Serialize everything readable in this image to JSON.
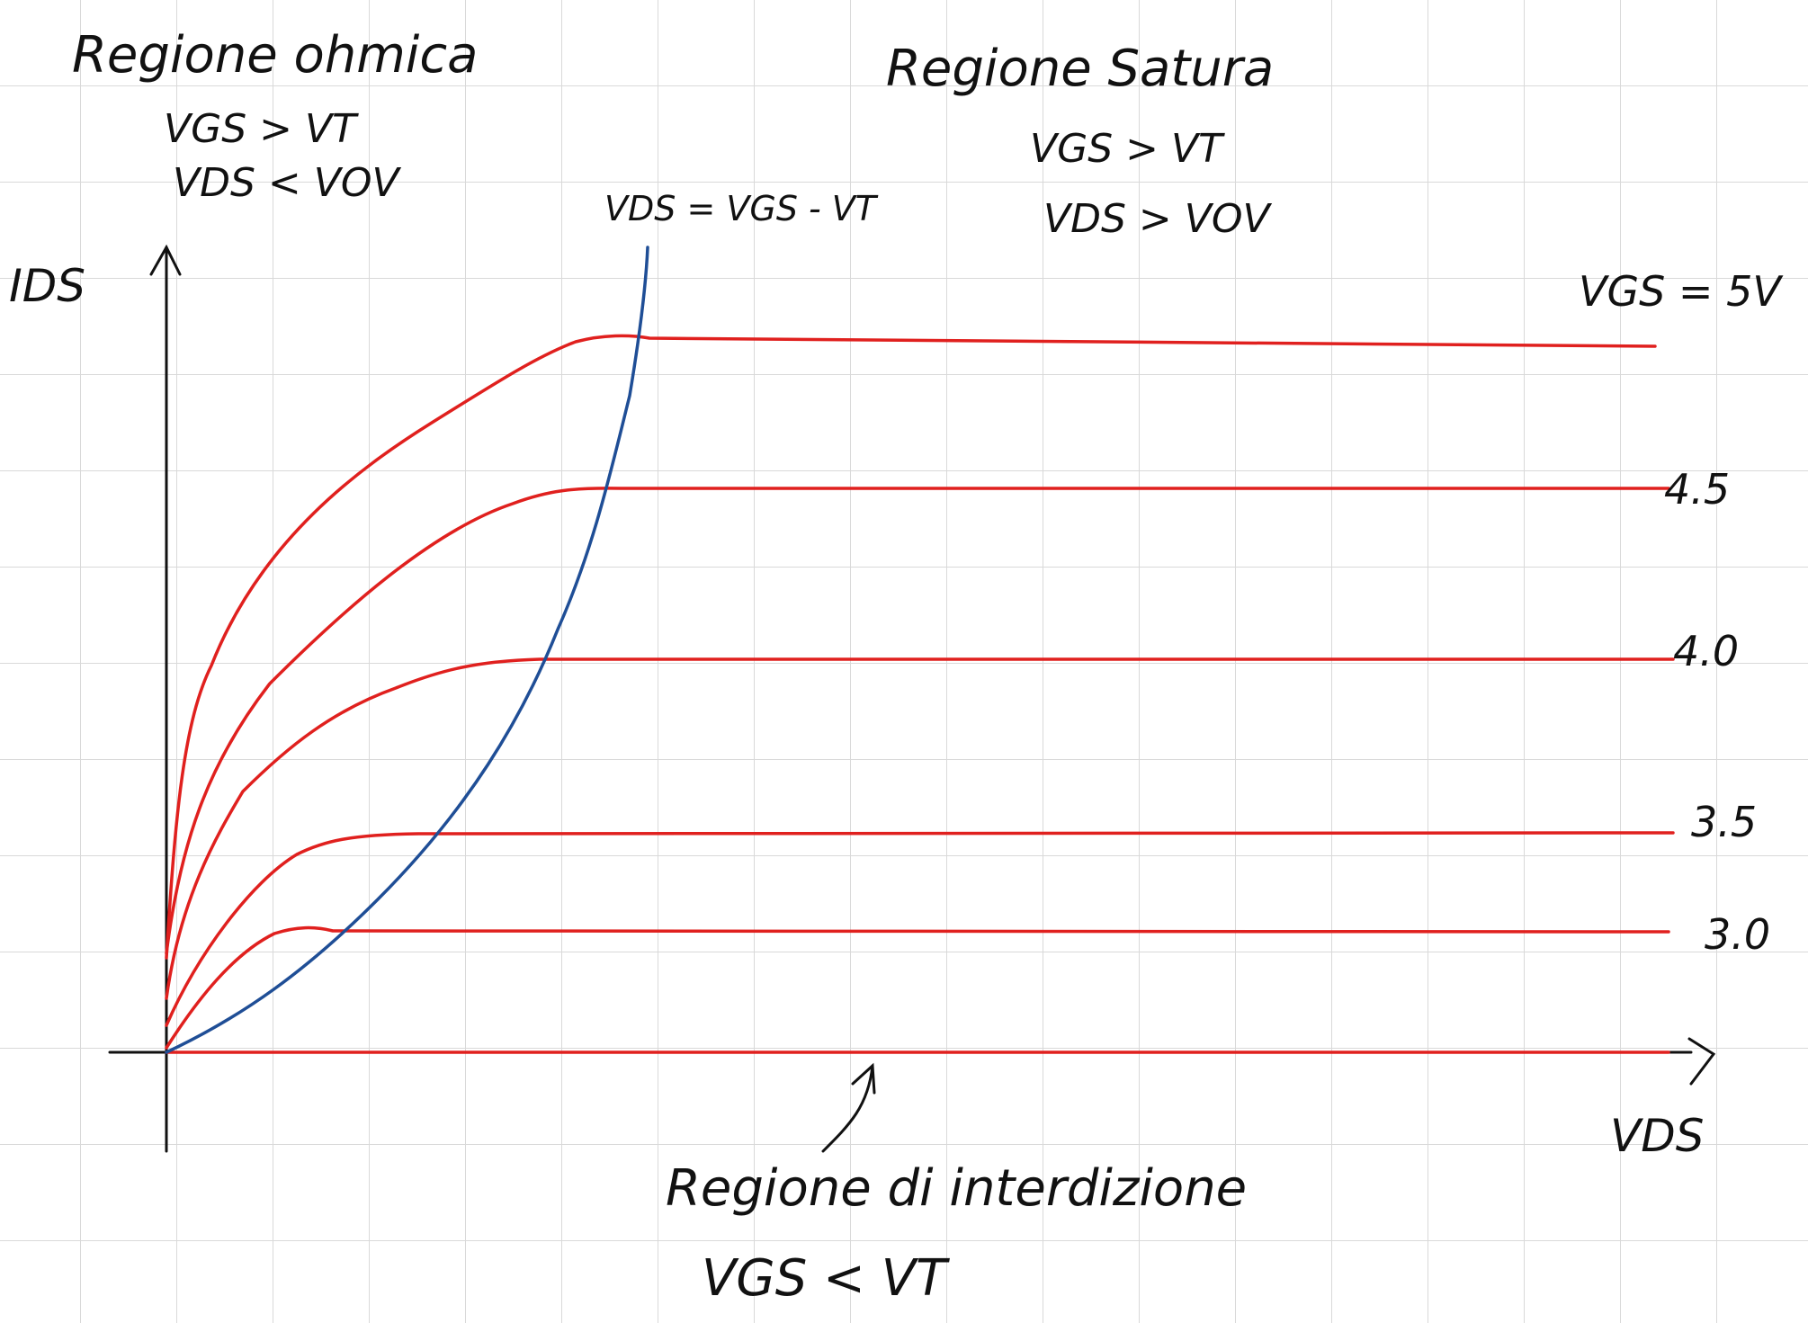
{
  "grid_color": "#d9d9d9",
  "axis_color": "#111111",
  "curve_color": "#e0201e",
  "boundary_color": "#1f4e96",
  "y_axis_label": "IDS",
  "x_axis_label": "VDS",
  "boundary_label": "VDS = VGS - VT",
  "ohmic": {
    "title": "Regione ohmica",
    "cond1": "VGS > VT",
    "cond2": "VDS < VOV"
  },
  "saturation": {
    "title": "Regione Satura",
    "cond1": "VGS > VT",
    "cond2": "VDS > VOV"
  },
  "cutoff": {
    "title": "Regione di interdizione",
    "cond1": "VGS < VT"
  },
  "curve_labels": [
    "VGS = 5V",
    "4.5",
    "4.0",
    "3.5",
    "3.0"
  ]
}
